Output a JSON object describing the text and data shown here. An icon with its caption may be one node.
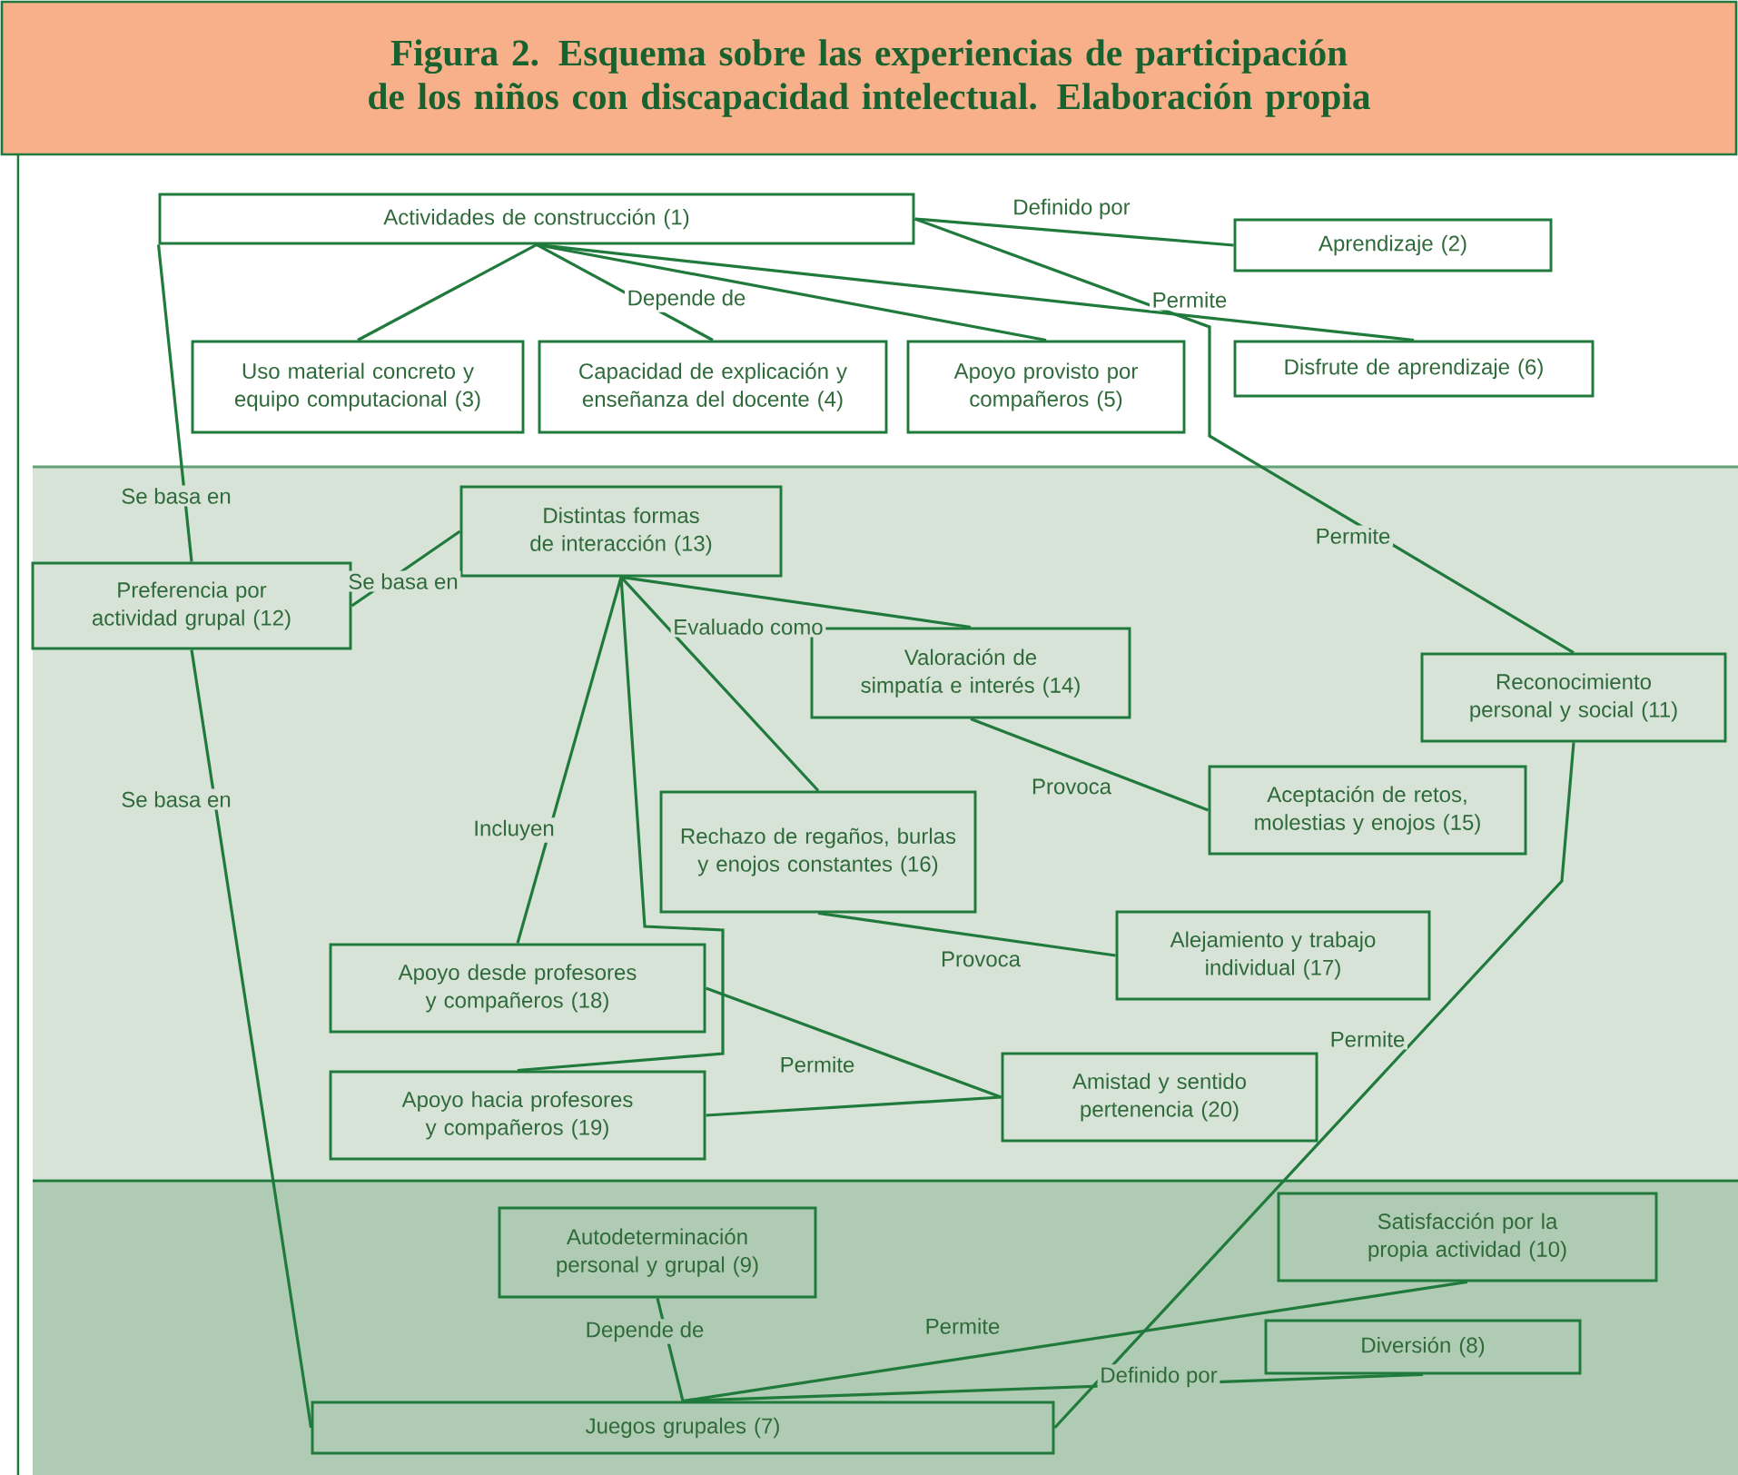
{
  "diagram": {
    "title": "Figura 2. Esquema sobre las experiencias de participación de los niños con discapacidad intelectual. Elaboración propia",
    "nodes": [
      {
        "text": [
          "Actividades de construcción (1)"
        ]
      },
      {
        "text": [
          "Aprendizaje (2)"
        ]
      },
      {
        "text": [
          "Uso material concreto y equipo computacional (3)"
        ]
      },
      {
        "text": [
          "Capacidad de explicación y enseñanza del docente (4)"
        ]
      },
      {
        "text": [
          "Apoyo provisto por compañeros (5)"
        ]
      },
      {
        "text": [
          "Disfrute de aprendizaje (6)"
        ]
      },
      {
        "text": [
          "Distintas formas de interacción (13)"
        ]
      },
      {
        "text": [
          "Preferencia por actividad grupal (12)"
        ]
      },
      {
        "text": [
          "Valoración de simpatía e interés (14)"
        ]
      },
      {
        "text": [
          "Reconocimiento personal y social (11)"
        ]
      },
      {
        "text": [
          "Aceptación de retos, molestias y enojos (15)"
        ]
      },
      {
        "text": [
          "Rechazo de regaños, burlas y enojos constantes (16)"
        ]
      },
      {
        "text": [
          "Alejamiento y trabajo individual (17)"
        ]
      },
      {
        "text": [
          "Apoyo desde profesores y compañeros (18)"
        ]
      },
      {
        "text": [
          "Apoyo hacia profesores y compañeros (19)"
        ]
      },
      {
        "text": [
          "Amistad y sentido pertenencia (20)"
        ]
      },
      {
        "text": [
          "Autodeterminación personal y grupal (9)"
        ]
      },
      {
        "text": [
          "Satisfacción por la propia actividad (10)"
        ]
      },
      {
        "text": [
          "Diversión (8)"
        ]
      },
      {
        "text": [
          "Juegos grupales (7)"
        ]
      }
    ],
    "edges": [
      {
        "from": 0,
        "to": 1,
        "arrow": "none",
        "label": "Definido por"
      },
      {
        "from": 0,
        "to": 2,
        "arrow": "none"
      },
      {
        "from": 0,
        "to": 3,
        "arrow": "none",
        "label": "Depende de"
      },
      {
        "from": 0,
        "to": 4,
        "arrow": "none"
      },
      {
        "from": 0,
        "to": 5,
        "arrow": "none",
        "label": "Permite"
      },
      {
        "from": 0,
        "to": 9,
        "arrow": "none",
        "label": "Permite"
      },
      {
        "from": 0,
        "to": 7,
        "arrow": "none",
        "label": "Se basa en"
      },
      {
        "from": 7,
        "to": 6,
        "arrow": "none",
        "label": "Se basa en"
      },
      {
        "from": 7,
        "to": 19,
        "arrow": "none",
        "label": "Se basa en"
      },
      {
        "from": 6,
        "to": 8,
        "arrow": "none",
        "label": "Evaluado como"
      },
      {
        "from": 6,
        "to": 11,
        "arrow": "none"
      },
      {
        "from": 6,
        "to": 13,
        "arrow": "none",
        "label": "Incluyen"
      },
      {
        "from": 6,
        "to": 14,
        "arrow": "none"
      },
      {
        "from": 8,
        "to": 10,
        "arrow": "none",
        "label": "Provoca"
      },
      {
        "from": 11,
        "to": 12,
        "arrow": "none",
        "label": "Provoca"
      },
      {
        "from": 13,
        "to": 15,
        "arrow": "none",
        "label": "Permite"
      },
      {
        "from": 14,
        "to": 15,
        "arrow": "none"
      },
      {
        "from": 9,
        "to": 19,
        "arrow": "none",
        "label": "Permite"
      },
      {
        "from": 16,
        "to": 19,
        "arrow": "none",
        "label": "Depende de"
      },
      {
        "from": 19,
        "to": 17,
        "arrow": "none",
        "label": "Permite"
      },
      {
        "from": 19,
        "to": 18,
        "arrow": "none",
        "label": "Definido por"
      }
    ]
  }
}
